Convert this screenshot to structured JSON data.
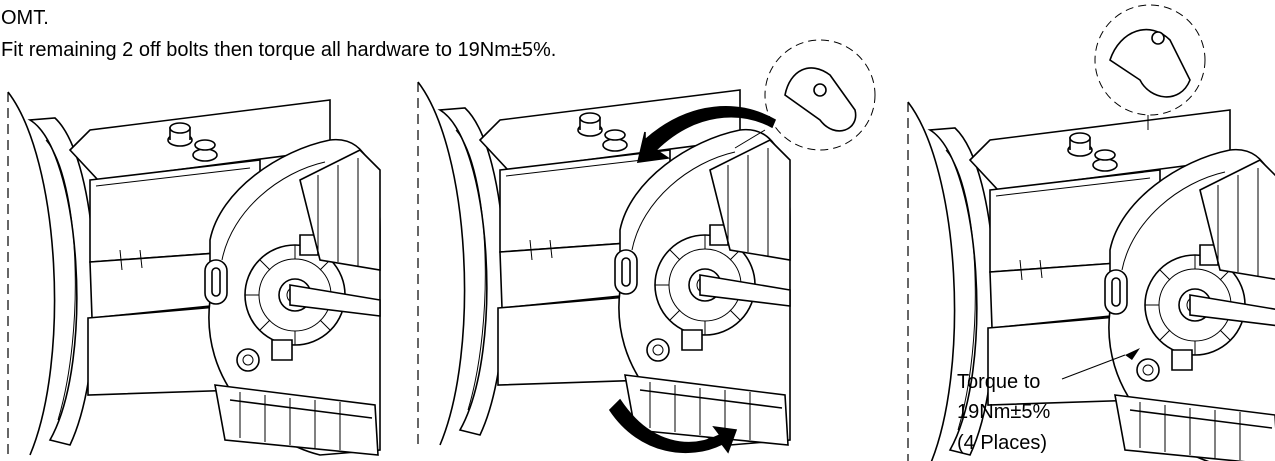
{
  "instructions": {
    "line1": "OMT.",
    "line2": "Fit remaining 2 off bolts then torque all hardware to 19Nm±5%."
  },
  "callout": {
    "line1": "Torque to",
    "line2": "19Nm±5%",
    "line3": "(4 Places)"
  },
  "colors": {
    "ink": "#000000",
    "paper": "#ffffff"
  }
}
